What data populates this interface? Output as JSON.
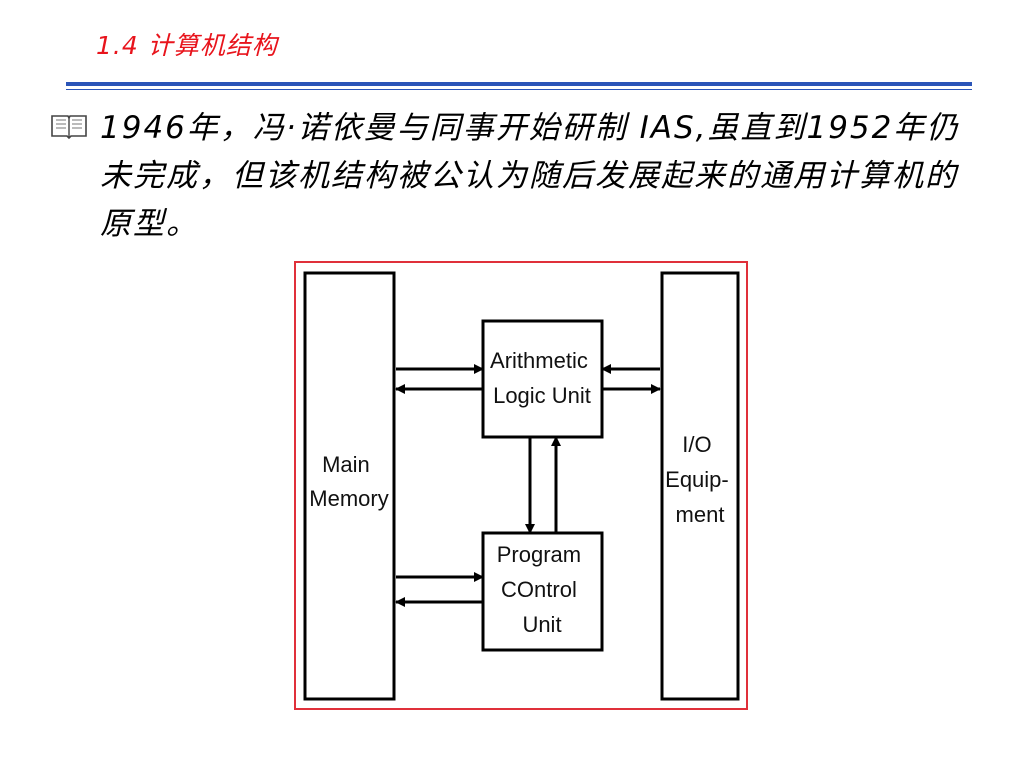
{
  "slide": {
    "title": "1.4 计算机结构",
    "bullet_icon": "open-book-icon",
    "body": "1946年，冯·诺依曼与同事开始研制 IAS,虽直到1952年仍未完成，但该机结构被公认为随后发展起来的通用计算机的原型。"
  },
  "diagram": {
    "main_memory": [
      "Main",
      "Memory"
    ],
    "alu": [
      "Arithmetic",
      "Logic Unit"
    ],
    "pcu": [
      "Program",
      "COntrol",
      "Unit"
    ],
    "io": [
      "I/O",
      "Equip-",
      "ment"
    ]
  },
  "colors": {
    "title": "#e8141c",
    "rule": "#2b55b8",
    "frame": "#e0303a"
  }
}
